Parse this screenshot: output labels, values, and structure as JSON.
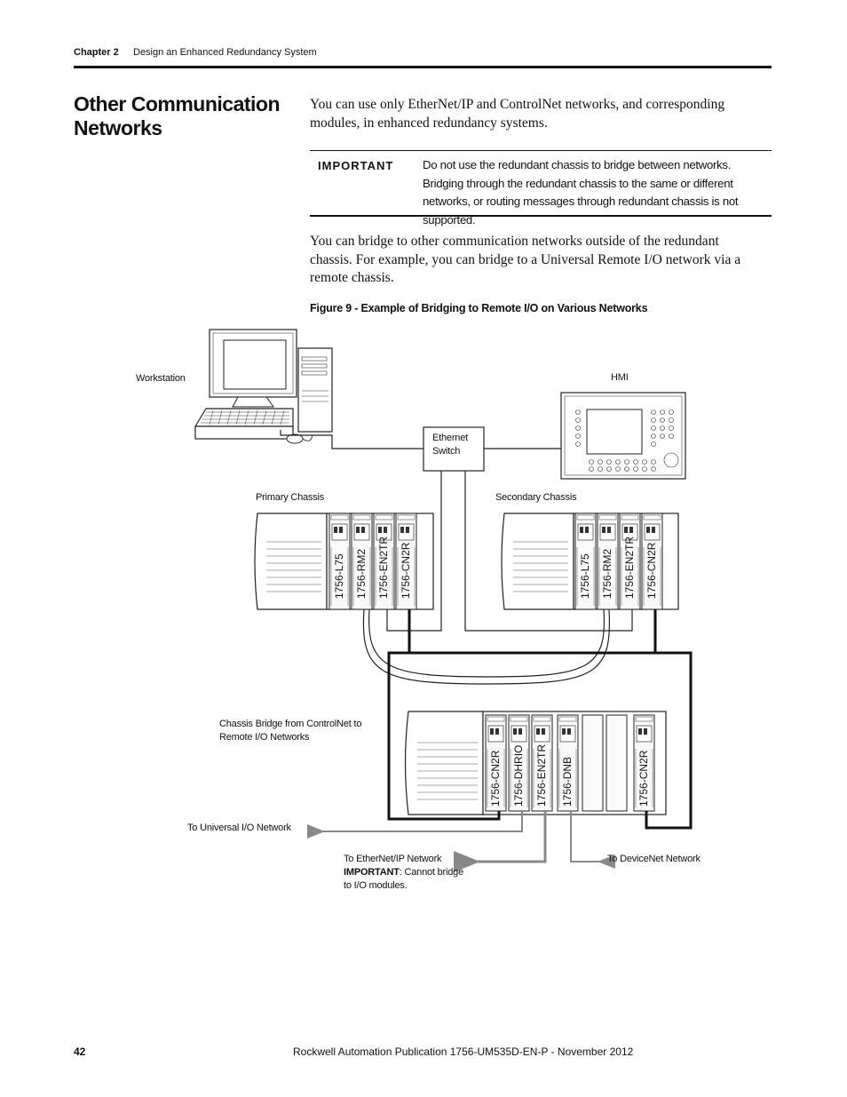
{
  "header": {
    "chapter": "Chapter 2",
    "title": "Design an Enhanced Redundancy System"
  },
  "section": {
    "title": "Other Communication Networks",
    "intro": "You can use only EtherNet/IP and ControlNet networks, and corresponding modules, in enhanced redundancy systems.",
    "important_label": "IMPORTANT",
    "important_text": "Do not use the redundant chassis to bridge between networks. Bridging through the redundant chassis to the same or different networks, or routing messages through redundant chassis is not supported.",
    "bridge_text": "You can bridge to other communication networks outside of the redundant chassis. For example, you can bridge to a Universal Remote I/O network via a remote chassis."
  },
  "figure": {
    "caption": "Figure 9 - Example of Bridging to Remote I/O on Various Networks",
    "labels": {
      "workstation": "Workstation",
      "hmi": "HMI",
      "ethernet_switch_line1": "Ethernet",
      "ethernet_switch_line2": "Switch",
      "primary": "Primary Chassis",
      "secondary": "Secondary Chassis",
      "bridge_chassis": "Chassis Bridge from ControlNet to Remote I/O Networks",
      "universal_io": "To Universal I/O Network",
      "ethernet_network": "To EtherNet/IP Network",
      "important_bold": "IMPORTANT",
      "important_note": ": Cannot bridge to I/O modules.",
      "devicenet": "To DeviceNet Network"
    },
    "redundant_modules": [
      "1756-L75",
      "1756-RM2",
      "1756-EN2TR",
      "1756-CN2R"
    ],
    "bridge_modules": [
      "1756-CN2R",
      "1756-DHRIO",
      "1756-EN2TR",
      "1756-DNB",
      "1756-CN2R"
    ]
  },
  "footer": {
    "page": "42",
    "publication": "Rockwell Automation Publication 1756-UM535D-EN-P - November 2012"
  },
  "colors": {
    "line": "#111111",
    "arrow_gray": "#888888",
    "panel_bg": "#f4f4f4"
  }
}
